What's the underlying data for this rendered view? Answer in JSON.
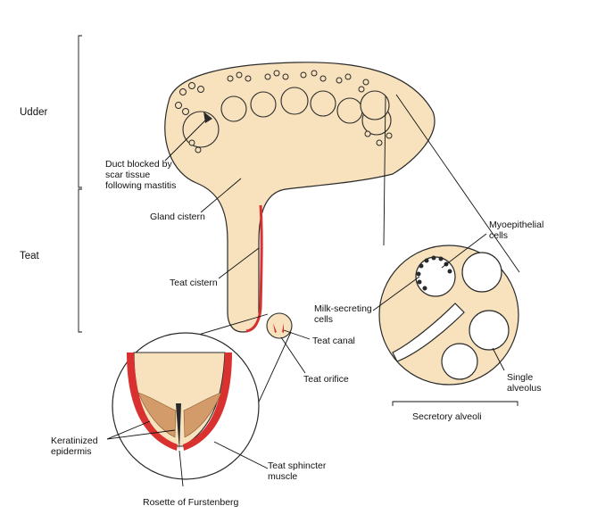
{
  "colors": {
    "tissue": "#f7e2bd",
    "tissue_dark": "#efd3a4",
    "muscle": "#d9312f",
    "keratin": "#d39a6a",
    "outline": "#2a2a2a"
  },
  "labels": {
    "udder": "Udder",
    "teat": "Teat",
    "duct_blocked": [
      "Duct blocked by",
      "scar tissue",
      "following mastitis"
    ],
    "gland_cistern": "Gland cistern",
    "teat_cistern": "Teat cistern",
    "teat_canal": "Teat canal",
    "teat_orifice": "Teat orifice",
    "milk_secreting": [
      "Milk-secreting",
      "cells"
    ],
    "myoepithelial": [
      "Myoepithelial",
      "cells"
    ],
    "single_alveolus": [
      "Single",
      "alveolus"
    ],
    "secretory_alveoli": "Secretory alveoli",
    "keratinized": [
      "Keratinized",
      "epidermis"
    ],
    "sphincter": [
      "Teat sphincter",
      "muscle"
    ],
    "rosette": "Rosette of Furstenberg"
  }
}
